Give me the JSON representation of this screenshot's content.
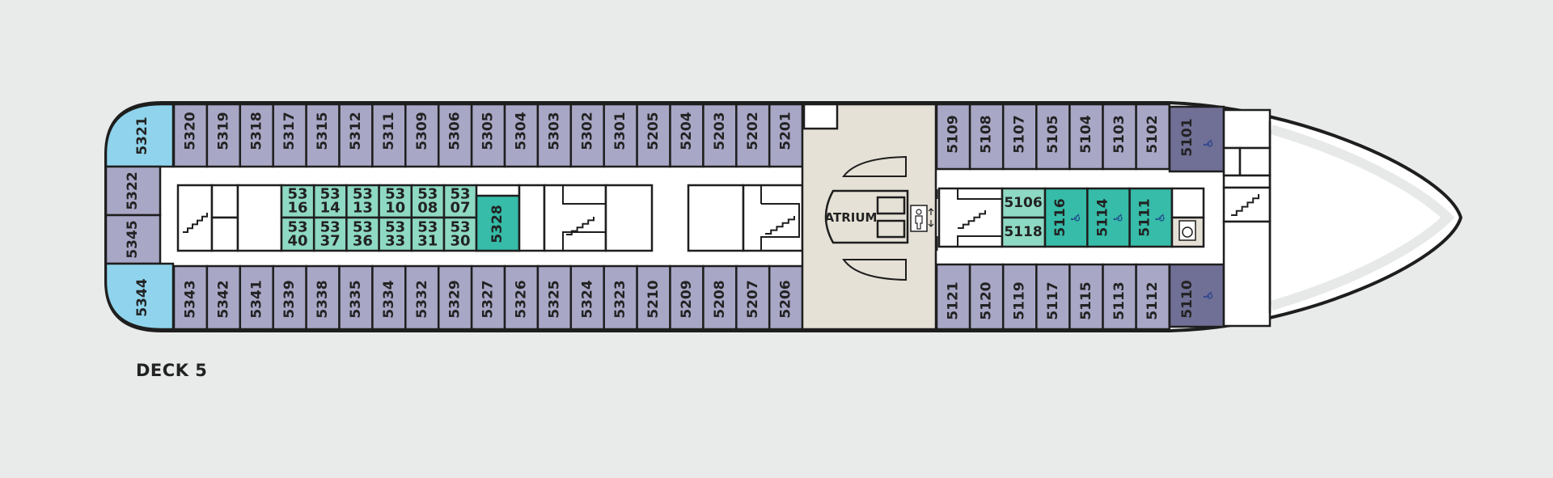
{
  "deck_label": "DECK 5",
  "colors": {
    "background": "#e8ebea",
    "standard_cabin": "#a8a7c6",
    "accessible_cabin": "#706f95",
    "suite_blue": "#8fd4ec",
    "inside_cabin_light": "#8ed9c3",
    "accessible_inside": "#36bca8",
    "atrium_floor": "#e6e1d7",
    "outline": "#1e1e1e"
  },
  "aft_end_cabins": [
    "5321",
    "5322",
    "5345",
    "5344"
  ],
  "port_row_aft": [
    "5320",
    "5319",
    "5318",
    "5317",
    "5315",
    "5312",
    "5311",
    "5309",
    "5306",
    "5305",
    "5304",
    "5303",
    "5302",
    "5301",
    "5205",
    "5204",
    "5203",
    "5202",
    "5201"
  ],
  "starboard_row_aft": [
    "5343",
    "5342",
    "5341",
    "5339",
    "5338",
    "5335",
    "5334",
    "5332",
    "5329",
    "5327",
    "5326",
    "5325",
    "5324",
    "5323",
    "5210",
    "5209",
    "5208",
    "5207",
    "5206"
  ],
  "inside_cabins_upper": [
    {
      "top": "53",
      "bottom": "16"
    },
    {
      "top": "53",
      "bottom": "14"
    },
    {
      "top": "53",
      "bottom": "13"
    },
    {
      "top": "53",
      "bottom": "10"
    },
    {
      "top": "53",
      "bottom": "08"
    },
    {
      "top": "53",
      "bottom": "07"
    }
  ],
  "inside_cabins_lower": [
    {
      "top": "53",
      "bottom": "40"
    },
    {
      "top": "53",
      "bottom": "37"
    },
    {
      "top": "53",
      "bottom": "36"
    },
    {
      "top": "53",
      "bottom": "33"
    },
    {
      "top": "53",
      "bottom": "31"
    },
    {
      "top": "53",
      "bottom": "30"
    }
  ],
  "inside_cabin_single": "5328",
  "atrium": {
    "label": "ATRIUM",
    "elevator_icon": "person-elevator-icon"
  },
  "port_row_fwd": [
    "5109",
    "5108",
    "5107",
    "5105",
    "5104",
    "5103",
    "5102"
  ],
  "port_accessible_fwd": "5101",
  "starboard_row_fwd": [
    "5121",
    "5120",
    "5119",
    "5117",
    "5115",
    "5113",
    "5112"
  ],
  "starboard_accessible_fwd": "5110",
  "fwd_inside_small": [
    "5106",
    "5118"
  ],
  "fwd_inside_accessible": [
    "5116",
    "5114",
    "5111"
  ],
  "icons": {
    "accessible": "wheelchair-icon",
    "laundry": "washing-machine-icon",
    "stairs": "stairs-icon"
  }
}
